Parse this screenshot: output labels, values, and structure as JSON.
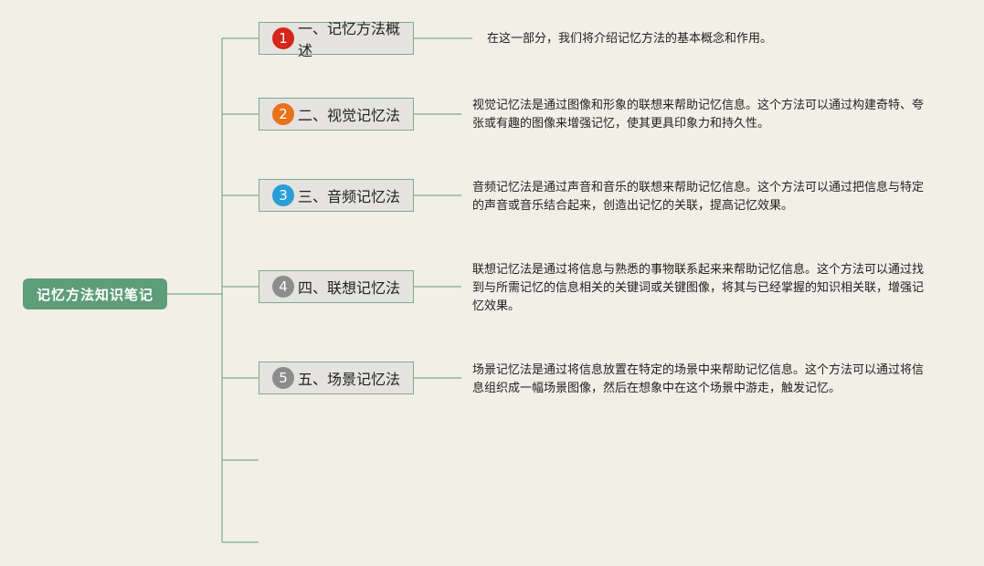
{
  "root": {
    "label": "记忆方法知识笔记"
  },
  "branches": [
    {
      "num": "1",
      "color": "#d6261b",
      "label": "一、记忆方法概述",
      "desc": "在这一部分，我们将介绍记忆方法的基本概念和作用。"
    },
    {
      "num": "2",
      "color": "#e8711b",
      "label": "二、视觉记忆法",
      "desc": "视觉记忆法是通过图像和形象的联想来帮助记忆信息。这个方法可以通过构建奇特、夸张或有趣的图像来增强记忆，使其更具印象力和持久性。"
    },
    {
      "num": "3",
      "color": "#2a9ed8",
      "label": "三、音频记忆法",
      "desc": "音频记忆法是通过声音和音乐的联想来帮助记忆信息。这个方法可以通过把信息与特定的声音或音乐结合起来，创造出记忆的关联，提高记忆效果。"
    },
    {
      "num": "4",
      "color": "#8c8c8c",
      "label": "四、联想记忆法",
      "desc": "联想记忆法是通过将信息与熟悉的事物联系起来来帮助记忆信息。这个方法可以通过找到与所需记忆的信息相关的关键词或关键图像，将其与已经掌握的知识相关联，增强记忆效果。"
    },
    {
      "num": "5",
      "color": "#8c8c8c",
      "label": "五、场景记忆法",
      "desc": "场景记忆法是通过将信息放置在特定的场景中来帮助记忆信息。这个方法可以通过将信息组织成一幅场景图像，然后在想象中在这个场景中游走，触发记忆。"
    }
  ]
}
